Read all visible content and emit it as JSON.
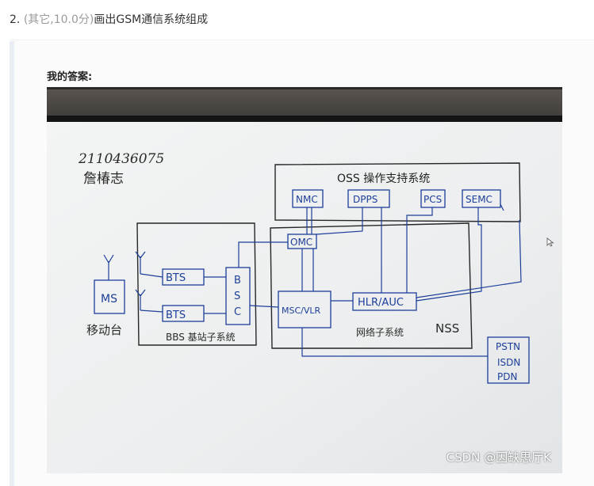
{
  "question": {
    "number": "2.",
    "meta": "(其它,10.0分)",
    "text": "画出GSM通信系统组成"
  },
  "answer": {
    "label": "我的答案:"
  },
  "diagram": {
    "header_line1": "2110436075",
    "header_line2": "詹椿志",
    "oss": "OSS 操作支持系统",
    "nmc": "NMC",
    "dpps": "DPPS",
    "pcs": "PCS",
    "semc": "SEMC",
    "omc": "OMC",
    "bts1": "BTS",
    "bts2": "BTS",
    "bsc_b": "B",
    "bsc_s": "S",
    "bsc_c": "C",
    "ms": "MS",
    "ms_label": "移动台",
    "bss_label": "BBS 基站子系统",
    "msc": "MSC/VLR",
    "hlr": "HLR/AUC",
    "nss_cn": "网络子系统",
    "nss": "NSS",
    "pstn": "PSTN",
    "isdn": "ISDN",
    "pdn": "PDN"
  },
  "watermark": "CSDN @因缺思厅K",
  "colors": {
    "ink": "#1d3f9a",
    "pencil": "#222222"
  }
}
